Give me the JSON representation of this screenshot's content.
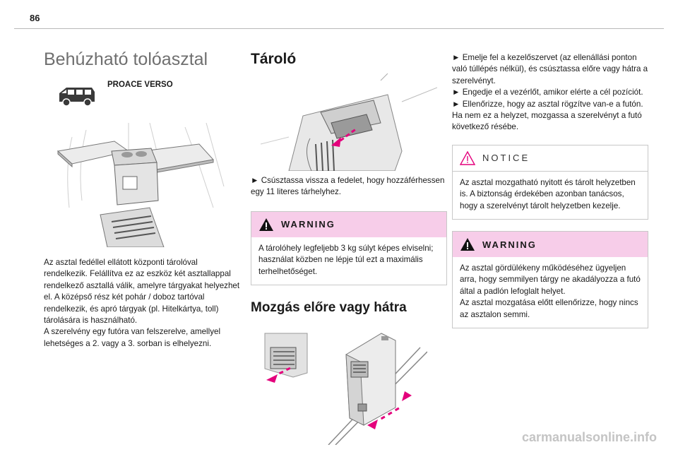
{
  "page": {
    "number": "86"
  },
  "col1": {
    "title": "Behúzható tolóasztal",
    "model": "PROACE VERSO",
    "body": "Az asztal fedéllel ellátott központi tárolóval rendelkezik. Felállítva ez az eszköz két asztallappal rendelkező asztallá válik, amelyre tárgyakat helyezhet el. A középső rész két pohár / doboz tartóval rendelkezik, és apró tárgyak (pl. Hitelkártya, toll) tárolására is használható.\nA szerelvény egy futóra van felszerelve, amellyel lehetséges a 2. vagy a 3. sorban is elhelyezni."
  },
  "col2": {
    "title": "Tároló",
    "body": "► Csúsztassa vissza a fedelet, hogy hozzáférhessen egy 11 literes tárhelyhez.",
    "warning": {
      "label": "WARNING",
      "text": "A tárolóhely legfeljebb 3 kg súlyt képes elviselni; használat közben ne lépje túl ezt a maximális terhelhetőséget."
    },
    "subtitle": "Mozgás előre vagy hátra"
  },
  "col3": {
    "body": "► Emelje fel a kezelőszervet (az ellenállási ponton való túllépés nélkül), és csúsztassa előre vagy hátra a szerelvényt.\n► Engedje el a vezérlőt, amikor elérte a cél pozíciót.\n► Ellenőrizze, hogy az asztal rögzítve van-e a futón. Ha nem ez a helyzet, mozgassa a szerelvényt a futó következő résébe.",
    "notice": {
      "label": "NOTICE",
      "text": "Az asztal mozgatható nyitott és tárolt helyzetben is. A biztonság érdekében azonban tanácsos, hogy a szerelvényt tárolt helyzetben kezelje."
    },
    "warning": {
      "label": "WARNING",
      "text": "Az asztal gördülékeny működéséhez ügyeljen arra, hogy semmilyen tárgy ne akadályozza a futó által a padlón lefoglalt helyet.\nAz asztal mozgatása előtt ellenőrizze, hogy nincs az asztalon semmi."
    }
  },
  "watermark": "carmanualsonline.info",
  "colors": {
    "accent": "#e4007c",
    "warning_bg": "#f7cde9",
    "title_gray": "#6f6f6f"
  },
  "icons": [
    "van-icon",
    "warning-triangle-icon",
    "notice-triangle-icon"
  ]
}
